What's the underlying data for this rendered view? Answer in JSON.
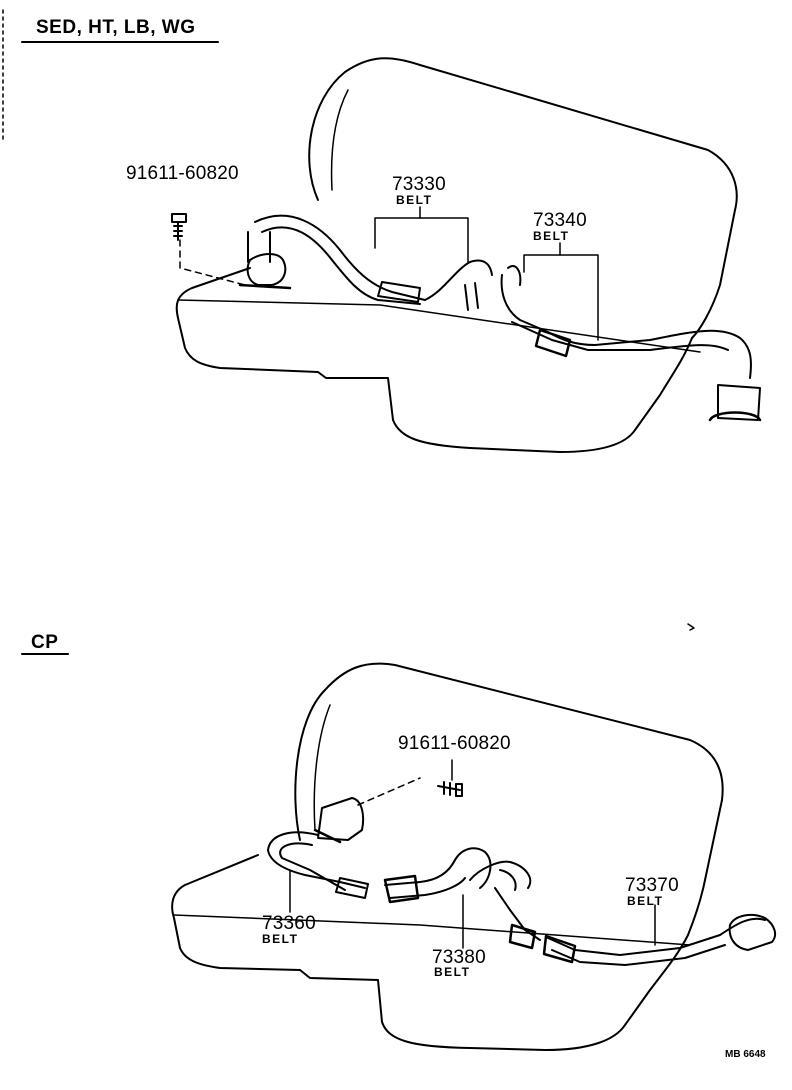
{
  "sections": [
    {
      "title": "SED, HT, LB, WG",
      "labels": [
        {
          "number": "91611-60820",
          "sub": ""
        },
        {
          "number": "73330",
          "sub": "BELT"
        },
        {
          "number": "73340",
          "sub": "BELT"
        }
      ]
    },
    {
      "title": "CP",
      "labels": [
        {
          "number": "91611-60820",
          "sub": ""
        },
        {
          "number": "73370",
          "sub": "BELT"
        },
        {
          "number": "73360",
          "sub": "BELT"
        },
        {
          "number": "73380",
          "sub": "BELT"
        }
      ]
    }
  ],
  "drawing_code": "MB 6648"
}
